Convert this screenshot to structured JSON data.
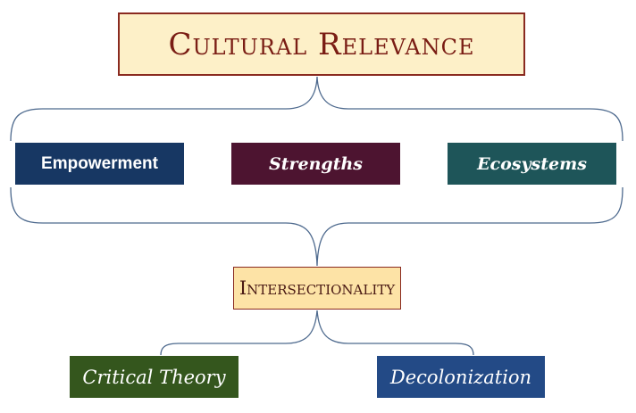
{
  "title": "Cultural Relevance",
  "pillars": [
    {
      "label": "Empowerment",
      "color": "#173763"
    },
    {
      "label": "Strengths",
      "color": "#4d1430"
    },
    {
      "label": "Ecosystems",
      "color": "#1e5559"
    }
  ],
  "hub": "Intersectionality",
  "leaves": [
    {
      "label": "Critical Theory",
      "color": "#34561d"
    },
    {
      "label": "Decolonization",
      "color": "#234a86"
    }
  ],
  "colors": {
    "title_fill": "#fdf0c8",
    "title_border": "#8a2a20",
    "hub_fill": "#fde3a6",
    "connector": "#4e6a8e"
  }
}
